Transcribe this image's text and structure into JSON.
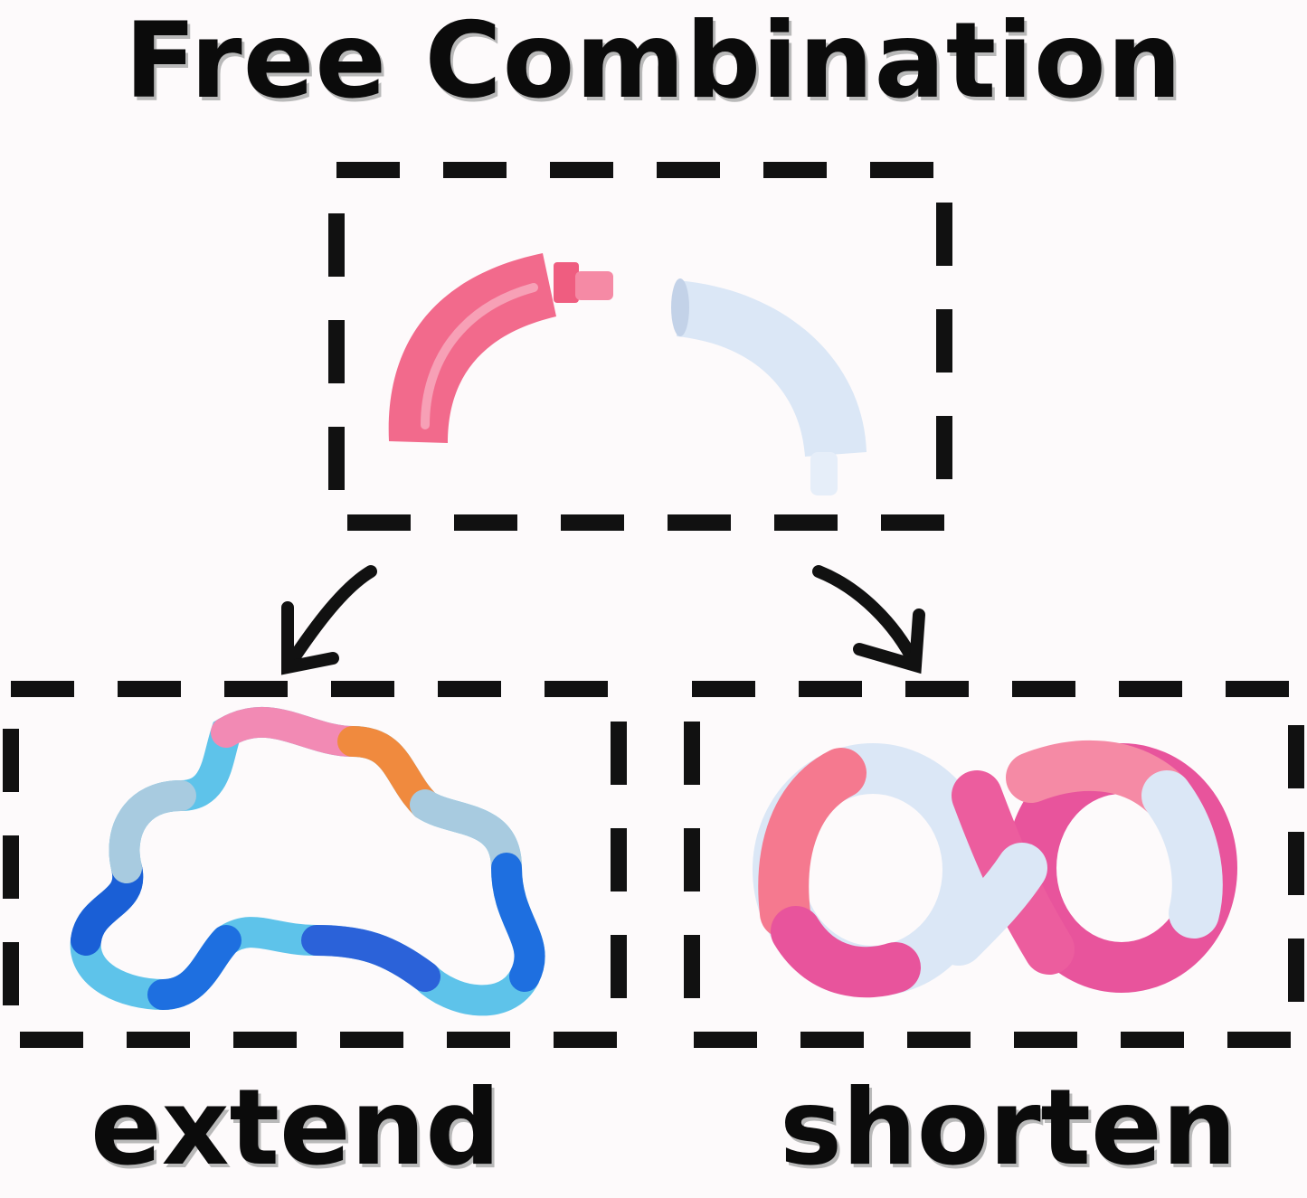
{
  "title": "Free Combination",
  "captions": {
    "extend": "extend",
    "shorten": "shorten"
  },
  "colors": {
    "background": "#fdfafb",
    "text": "#0b0b0b",
    "pink": "#f26a8c",
    "white_piece": "#dbe7f6",
    "blue": "#1e6fe0",
    "light_blue": "#5ec3ea",
    "orange": "#f08a3e",
    "magenta": "#e8549c"
  }
}
